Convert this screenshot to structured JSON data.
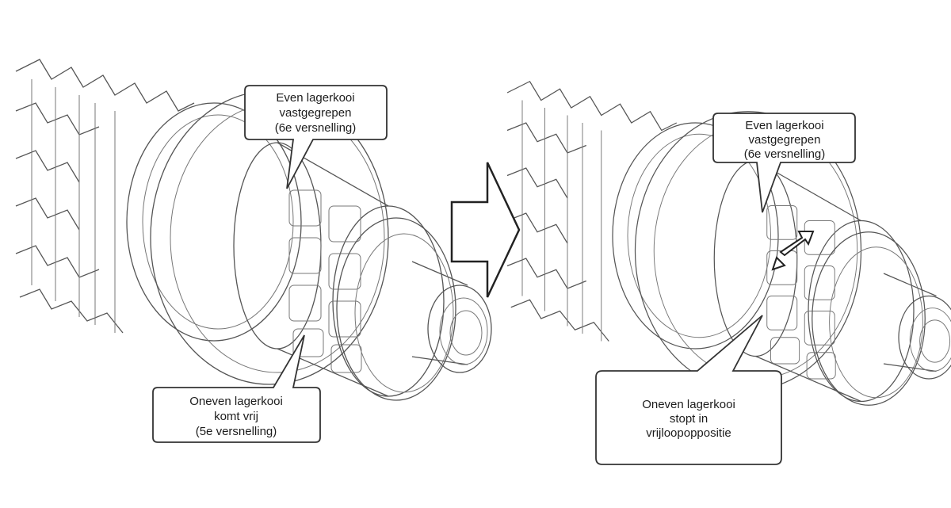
{
  "panels": [
    {
      "top_callout": [
        "Even lagerkooi",
        "vastgegrepen",
        "(6e versnelling)"
      ],
      "bottom_callout": [
        "Oneven lagerkooi",
        "komt vrij",
        "(5e versnelling)"
      ]
    },
    {
      "top_callout": [
        "Even lagerkooi",
        "vastgegrepen",
        "(6e versnelling)"
      ],
      "bottom_callout": [
        "Oneven lagerkooi",
        "stopt in",
        "vrijloopoppositie"
      ]
    }
  ],
  "icons": {
    "transition": "right-arrow-icon",
    "rotation": "double-arrow-icon"
  }
}
